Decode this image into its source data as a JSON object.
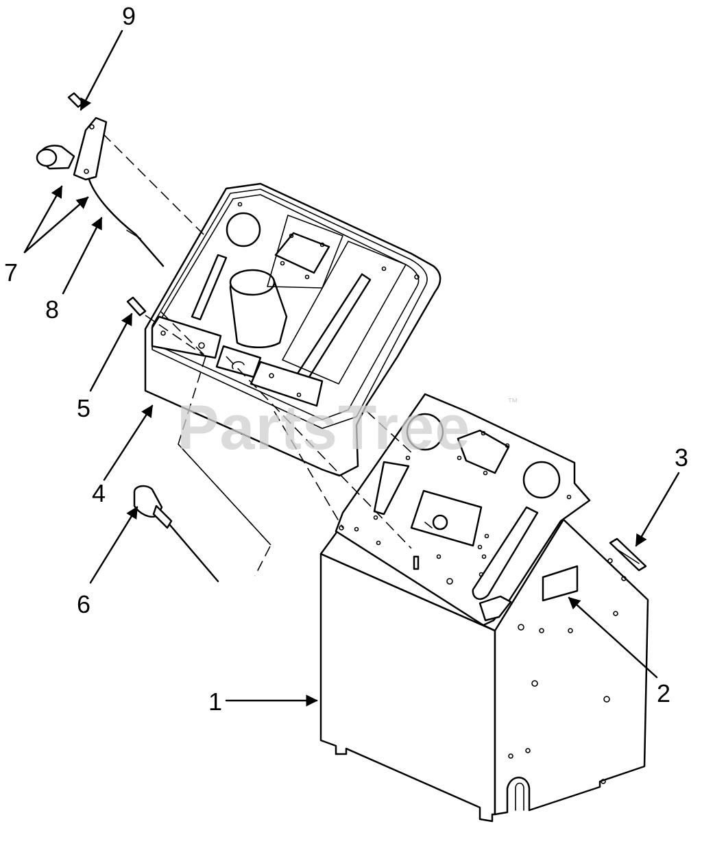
{
  "diagram": {
    "watermark": "PartsTree",
    "trademark": "™",
    "callouts": [
      "1",
      "2",
      "3",
      "4",
      "5",
      "6",
      "7",
      "8",
      "9"
    ]
  }
}
